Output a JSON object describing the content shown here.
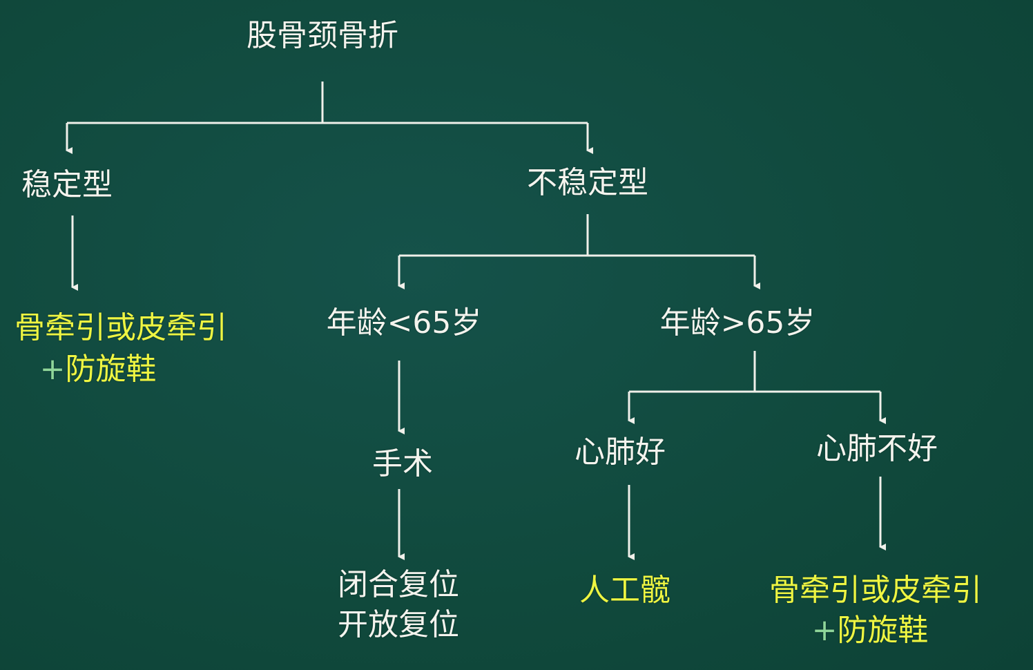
{
  "colors": {
    "background": "#10493c",
    "text": "#f4f4ee",
    "highlight": "#eef542",
    "line": "#f0f0ea"
  },
  "root": "股骨颈骨折",
  "stable": {
    "label": "稳定型",
    "treatment_line1": "骨牵引或皮牵引",
    "treatment_plus": "+",
    "treatment_line2": "防旋鞋"
  },
  "unstable": {
    "label": "不稳定型",
    "young": {
      "label": "年龄<65岁",
      "step": "手术",
      "result_line1": "闭合复位",
      "result_line2": "开放复位"
    },
    "old": {
      "label": "年龄>65岁",
      "good": {
        "label": "心肺好",
        "treatment": "人工髋"
      },
      "poor": {
        "label": "心肺不好",
        "treatment_line1": "骨牵引或皮牵引",
        "treatment_plus": "+",
        "treatment_line2": "防旋鞋"
      }
    }
  }
}
